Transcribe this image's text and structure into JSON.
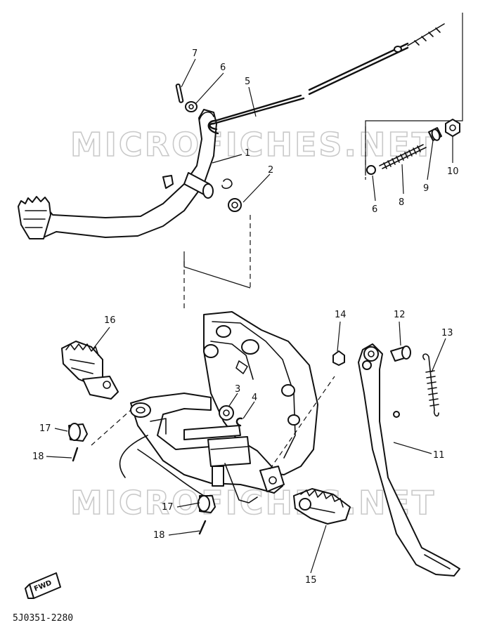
{
  "watermark": "MICROFICHES.NET",
  "diagram_code": "5J0351-2280",
  "fwd_label": "FWD",
  "callouts": [
    {
      "id": "c1",
      "text": "1"
    },
    {
      "id": "c2",
      "text": "2"
    },
    {
      "id": "c3",
      "text": "3"
    },
    {
      "id": "c4",
      "text": "4"
    },
    {
      "id": "c5",
      "text": "5"
    },
    {
      "id": "c6a",
      "text": "6"
    },
    {
      "id": "c6b",
      "text": "6"
    },
    {
      "id": "c7",
      "text": "7"
    },
    {
      "id": "c8",
      "text": "8"
    },
    {
      "id": "c9",
      "text": "9"
    },
    {
      "id": "c10",
      "text": "10"
    },
    {
      "id": "c11",
      "text": "11"
    },
    {
      "id": "c12",
      "text": "12"
    },
    {
      "id": "c13",
      "text": "13"
    },
    {
      "id": "c14",
      "text": "14"
    },
    {
      "id": "c15",
      "text": "15"
    },
    {
      "id": "c16",
      "text": "16"
    },
    {
      "id": "c17a",
      "text": "17"
    },
    {
      "id": "c17b",
      "text": "17"
    },
    {
      "id": "c18a",
      "text": "18"
    },
    {
      "id": "c18b",
      "text": "18"
    }
  ]
}
